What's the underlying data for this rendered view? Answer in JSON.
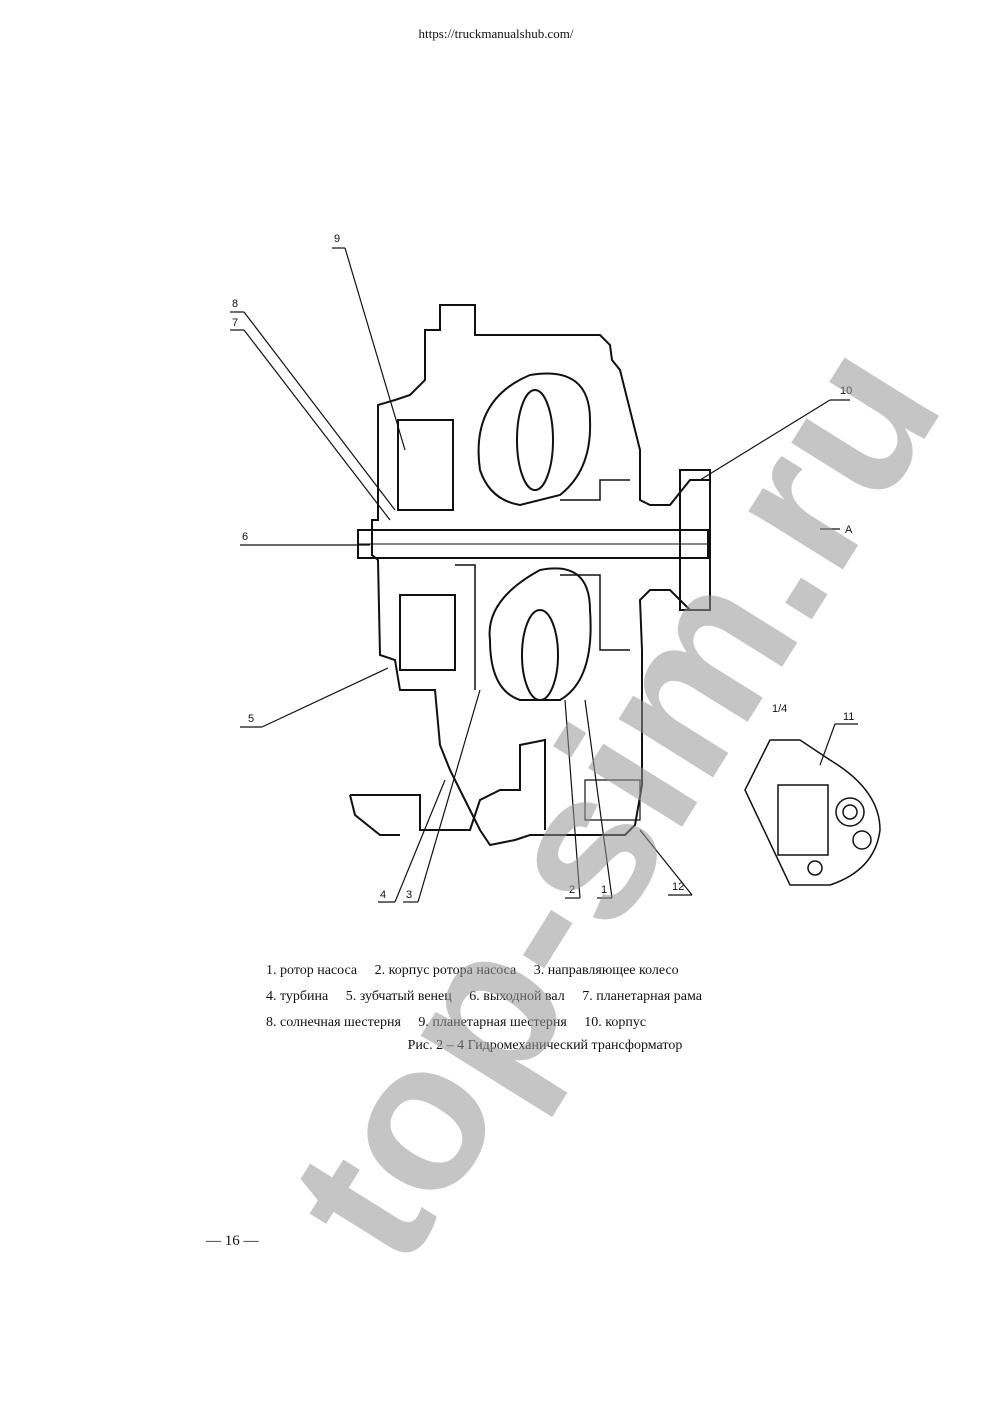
{
  "header": {
    "url": "https://truckmanualshub.com/"
  },
  "figure": {
    "callouts": [
      "1",
      "2",
      "3",
      "4",
      "5",
      "6",
      "7",
      "8",
      "9",
      "10",
      "11",
      "12"
    ],
    "axis_mark": "A",
    "view_label": "1/4",
    "legend": [
      {
        "num": "1.",
        "text": "ротор насоса"
      },
      {
        "num": "2.",
        "text": "корпус ротора насоса"
      },
      {
        "num": "3.",
        "text": "направляющее колесо"
      },
      {
        "num": "4.",
        "text": "турбина"
      },
      {
        "num": "5.",
        "text": "зубчатый венец"
      },
      {
        "num": "6.",
        "text": "выходной вал"
      },
      {
        "num": "7.",
        "text": "планетарная рама"
      },
      {
        "num": "8.",
        "text": "солнечная шестерня"
      },
      {
        "num": "9.",
        "text": "планетарная шестерня"
      },
      {
        "num": "10.",
        "text": "корпус"
      }
    ],
    "caption": "Рис. 2 – 4 Гидромеханический трансформатор"
  },
  "watermark": "top-sim.ru",
  "footer": {
    "page_number": "— 16 —"
  }
}
